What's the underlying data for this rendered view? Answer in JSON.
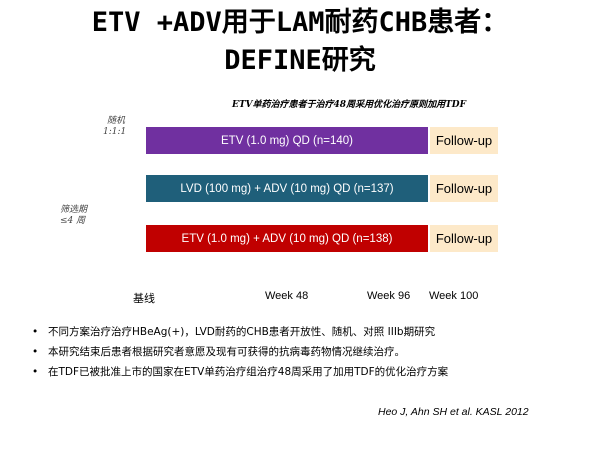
{
  "title_line1": "ETV +ADV用于LAM耐药CHB患者：",
  "title_line2": "DEFINE研究",
  "subtitle": "ETV单药治疗患者于治疗48周采用优化治疗原则加用TDF",
  "randomization": {
    "line1": "随机",
    "line2": "1:1:1"
  },
  "screening": {
    "line1": "筛选期",
    "line2": "≤4 周"
  },
  "arms": [
    {
      "label": "ETV (1.0 mg) QD (n=140)",
      "color": "#7030a0"
    },
    {
      "label": "LVD (100 mg) + ADV (10 mg) QD (n=137)",
      "color": "#1f5f7a"
    },
    {
      "label": "ETV (1.0 mg) + ADV (10 mg) QD (n=138)",
      "color": "#c00000"
    }
  ],
  "follow_up_label": "Follow-up",
  "timeline": {
    "baseline": "基线",
    "week48": "Week 48",
    "week96": "Week 96",
    "week100": "Week 100"
  },
  "bullets": [
    "不同方案治疗治疗HBeAg(+)，LVD耐药的CHB患者开放性、随机、对照 IIIb期研究",
    "本研究结束后患者根据研究者意愿及现有可获得的抗病毒药物情况继续治疗。",
    "在TDF已被批准上市的国家在ETV单药治疗组治疗48周采用了加用TDF的优化治疗方案"
  ],
  "bullet_symbol": "•",
  "reference": "Heo J, Ahn SH et al. KASL 2012"
}
